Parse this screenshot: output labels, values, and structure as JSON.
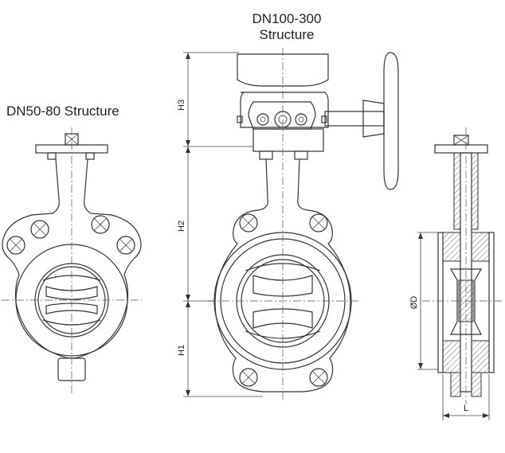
{
  "titles": {
    "small_valve": "DN50-80 Structure",
    "large_valve_line1": "DN100-300",
    "large_valve_line2": "Structure"
  },
  "dimensions": {
    "h1": "H1",
    "h2": "H2",
    "h3": "H3",
    "diameter": "ØD",
    "length": "L"
  }
}
